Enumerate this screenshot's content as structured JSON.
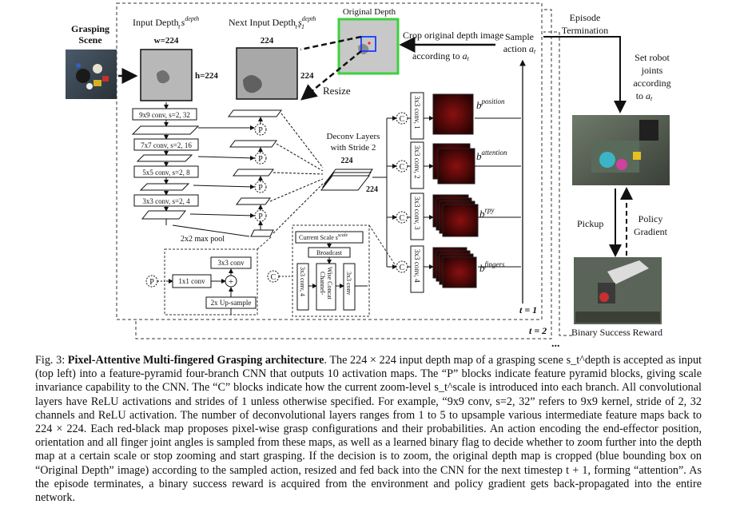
{
  "figure": {
    "grasping_scene": [
      "Grasping",
      "Scene"
    ],
    "input_depth": "Input Depth",
    "input_depth_sup": "depth",
    "input_depth_sub": "t",
    "next_input_depth": "Next Input Depth",
    "next_depth_sub": "t+1",
    "w_label": "w=224",
    "h_label": "h=224",
    "next_w": "224",
    "next_h": "224",
    "resize": "Resize",
    "original_depth": "Original Depth",
    "crop_label": [
      "Crop original depth image",
      "according to"
    ],
    "a_t": "a",
    "sample_action": [
      "Sample",
      "action"
    ],
    "episode_termination": [
      "Episode",
      "Termination"
    ],
    "set_robot": [
      "Set robot",
      "joints",
      "according",
      "to"
    ],
    "pickup": "Pickup",
    "policy_gradient": [
      "Policy",
      "Gradient"
    ],
    "binary_success": "Binary Success Reward",
    "conv_layers": [
      "9x9 conv, s=2, 32",
      "7x7 conv, s=2, 16",
      "5x5 conv, s=2, 8",
      "3x3 conv, s=2, 4"
    ],
    "max_pool": "2x2 max pool",
    "deconv": [
      "Deconv Layers",
      "with Stride 2"
    ],
    "deconv_224_a": "224",
    "deconv_224_b": "224",
    "p_letter": "P",
    "c_letter": "C",
    "branch_convs": [
      "3x3 conv, 1",
      "3x3 conv, 2",
      "3x3 conv, 3",
      "3x3 conv, 4"
    ],
    "outputs": [
      {
        "base": "b",
        "sup": "position"
      },
      {
        "base": "b",
        "sup": "attention"
      },
      {
        "base": "b",
        "sup": "rpy"
      },
      {
        "base": "b",
        "sup": "fingers"
      }
    ],
    "p_block": {
      "conv1": "1x1 conv",
      "conv3": "3x3 conv",
      "upsample": "2x Up-sample"
    },
    "c_block": {
      "scale": "Current Scale",
      "scale_sup": "scale",
      "broadcast": "Broadcast",
      "conv_scale": "3x3 conv, 4",
      "channel_concat": [
        "Channel-",
        "Wise Concat"
      ],
      "conv3": "3x3 conv"
    },
    "t1": "t = 1",
    "t2": "t = 2",
    "ellipsis": "..."
  },
  "caption": {
    "prefix": "Fig. 3: ",
    "title": "Pixel-Attentive Multi-fingered Grasping architecture",
    "text": ". The 224 × 224 input depth map of a grasping scene s_t^depth is accepted as input (top left) into a feature-pyramid four-branch CNN that outputs 10 activation maps. The “P” blocks indicate feature pyramid blocks, giving scale invariance capability to the CNN. The “C” blocks indicate how the current zoom-level s_t^scale is introduced into each branch. All convolutional layers have ReLU activations and strides of 1 unless otherwise specified. For example, “9x9 conv, s=2, 32” refers to 9x9 kernel, stride of 2, 32 channels and ReLU activation. The number of deconvolutional layers ranges from 1 to 5 to upsample various intermediate feature maps back to 224 × 224. Each red-black map proposes pixel-wise grasp configurations and their probabilities. An action encoding the end-effector position, orientation and all finger joint angles is sampled from these maps, as well as a learned binary flag to decide whether to zoom further into the depth map at a certain scale or stop zooming and start grasping. If the decision is to zoom, the original depth map is cropped (blue bounding box on “Original Depth” image) according to the sampled action, resized and fed back into the CNN for the next timestep t + 1, forming “attention”. As the episode terminates, a binary success reward is acquired from the environment and policy gradient gets back-propagated into the entire network."
  },
  "colors": {
    "green_border": "#3dd13d",
    "blue_box": "#1a3cff",
    "heatmap": "#5a0a0a"
  }
}
